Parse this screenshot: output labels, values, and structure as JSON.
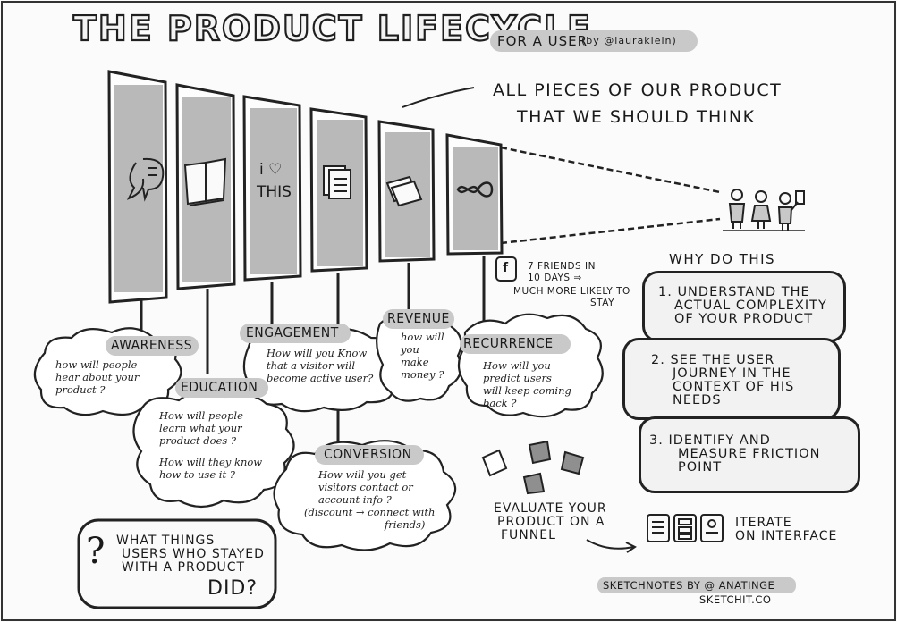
{
  "title": "THE PRODUCT LIFECYCLE",
  "subtitle": "FOR A USER",
  "subtitle_credit": "(by @lauraklein)",
  "callout": {
    "line1": "ALL PIECES OF OUR PRODUCT",
    "line2": "THAT WE SHOULD THINK"
  },
  "panels": {
    "p3_line1": "i ♡",
    "p3_line2": "THIS"
  },
  "stages": {
    "awareness": {
      "label": "AWARENESS",
      "question": [
        "how will people",
        "hear about your",
        "product ?"
      ]
    },
    "education": {
      "label": "EDUCATION",
      "question": [
        "How will people",
        "learn what your",
        "product does ?",
        "",
        "How will they know",
        "how to use it ?"
      ]
    },
    "engagement": {
      "label": "ENGAGEMENT",
      "question": [
        "How will you Know",
        "that a visitor will",
        "become active user?"
      ]
    },
    "revenue": {
      "label": "REVENUE",
      "question": [
        "how will",
        "you",
        "make",
        "money ?"
      ]
    },
    "conversion": {
      "label": "CONVERSION",
      "question": [
        "How will you get",
        "visitors contact or",
        "account info ?",
        "(discount → connect with",
        "friends)"
      ]
    },
    "recurrence": {
      "label": "RECURRENCE",
      "question": [
        "How will you",
        "predict users",
        "will keep coming",
        "back ?"
      ]
    }
  },
  "friends_note": {
    "icon_letter": "f",
    "lines": [
      "7 FRIENDS IN",
      "10 DAYS ⇒",
      "MUCH MORE LIKELY TO",
      "STAY"
    ]
  },
  "why": {
    "heading": "WHY DO THIS",
    "items": [
      [
        "1. UNDERSTAND THE",
        "ACTUAL COMPLEXITY",
        "OF YOUR PRODUCT"
      ],
      [
        "2. SEE THE USER",
        "JOURNEY IN THE",
        "CONTEXT OF HIS",
        "NEEDS"
      ],
      [
        "3. IDENTIFY AND",
        "MEASURE FRICTION",
        "POINT"
      ]
    ]
  },
  "evaluate": {
    "lines": [
      "EVALUATE YOUR",
      "PRODUCT ON A",
      "FUNNEL"
    ]
  },
  "iterate": {
    "lines": [
      "ITERATE",
      "ON INTERFACE"
    ]
  },
  "question_box": {
    "mark": "?",
    "lines": [
      "WHAT THINGS",
      "USERS WHO STAYED",
      "WITH A PRODUCT",
      "DID?"
    ]
  },
  "credit": {
    "line1": "SKETCHNOTES BY @ ANATINGE",
    "line2": "SKETCHIT.CO"
  }
}
